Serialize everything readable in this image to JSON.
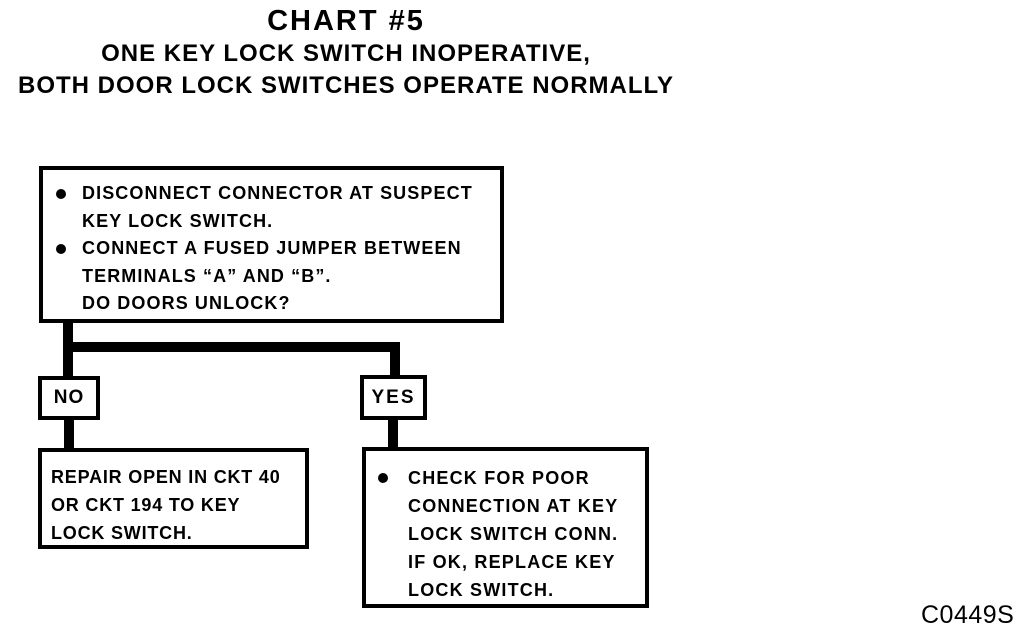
{
  "title": {
    "line1": "CHART #5",
    "line2": "ONE KEY LOCK SWITCH INOPERATIVE,",
    "line3": "BOTH DOOR LOCK SWITCHES OPERATE NORMALLY"
  },
  "flowchart": {
    "decision_box": {
      "bullets": [
        {
          "lines": [
            "DISCONNECT CONNECTOR AT SUSPECT",
            "KEY LOCK SWITCH."
          ]
        },
        {
          "lines": [
            "CONNECT A FUSED JUMPER BETWEEN",
            "TERMINALS “A” AND “B”.",
            "DO DOORS UNLOCK?"
          ]
        }
      ]
    },
    "no_label": "NO",
    "yes_label": "YES",
    "no_result_box": {
      "lines": [
        "REPAIR OPEN IN CKT 40",
        "OR CKT 194 TO KEY",
        "LOCK SWITCH."
      ]
    },
    "yes_result_box": {
      "bullet_lines": [
        "CHECK FOR POOR",
        "CONNECTION AT KEY",
        "LOCK SWITCH CONN.",
        "IF OK, REPLACE KEY",
        "LOCK SWITCH."
      ]
    }
  },
  "figure_code": "C0449S",
  "colors": {
    "ink": "#000000",
    "paper": "#ffffff"
  }
}
